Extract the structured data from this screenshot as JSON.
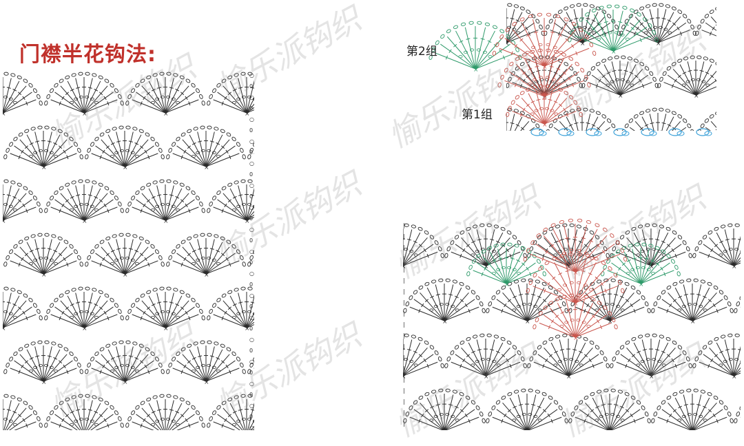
{
  "title": "门襟半花钩法:",
  "labels": {
    "group2": "第2组",
    "group1": "第1组"
  },
  "watermark": "愉乐派钩织",
  "colors": {
    "title": "#c0312b",
    "line": "#2b2b2b",
    "red": "#c9564d",
    "green": "#2e9a6a",
    "blue": "#3aa0d8"
  }
}
